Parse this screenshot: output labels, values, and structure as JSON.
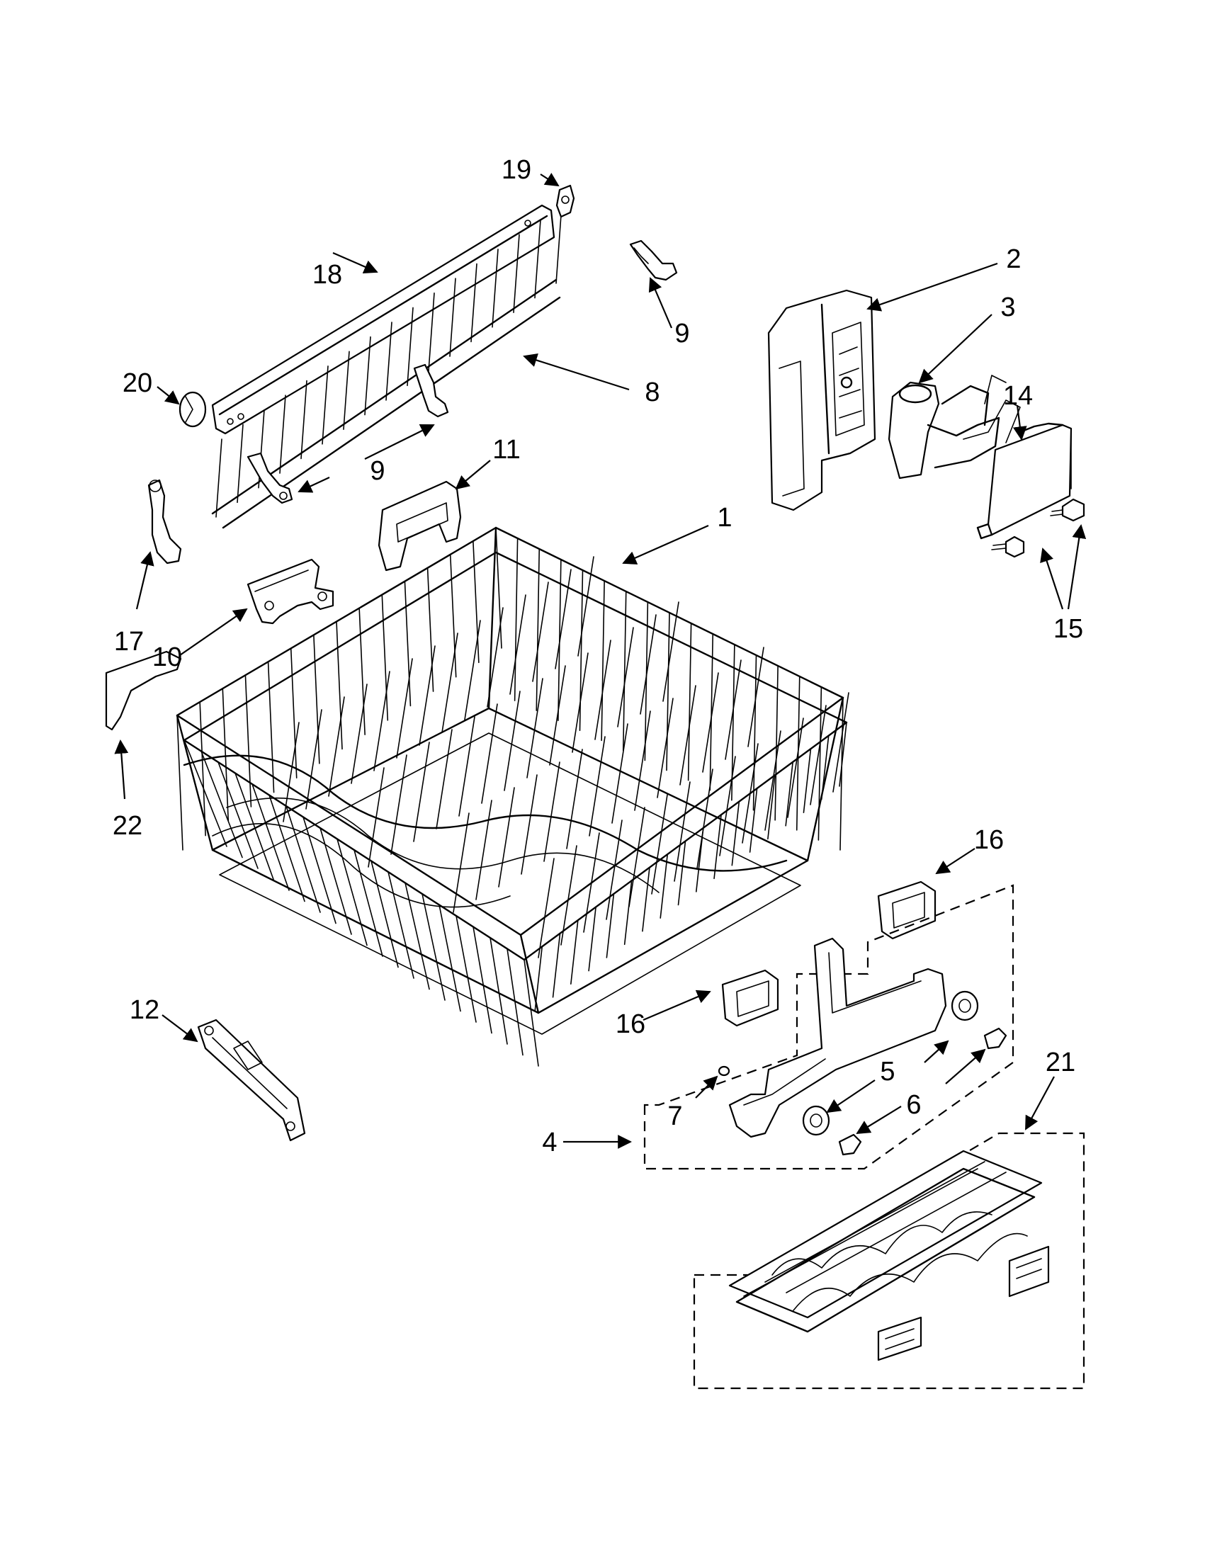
{
  "callouts": {
    "c1": "1",
    "c2": "2",
    "c3": "3",
    "c4": "4",
    "c5": "5",
    "c6": "6",
    "c7": "7",
    "c8": "8",
    "c9a": "9",
    "c9b": "9",
    "c10": "10",
    "c11": "11",
    "c12": "12",
    "c14": "14",
    "c15": "15",
    "c16a": "16",
    "c16b": "16",
    "c17": "17",
    "c18": "18",
    "c19": "19",
    "c20": "20",
    "c21": "21",
    "c22": "22"
  }
}
